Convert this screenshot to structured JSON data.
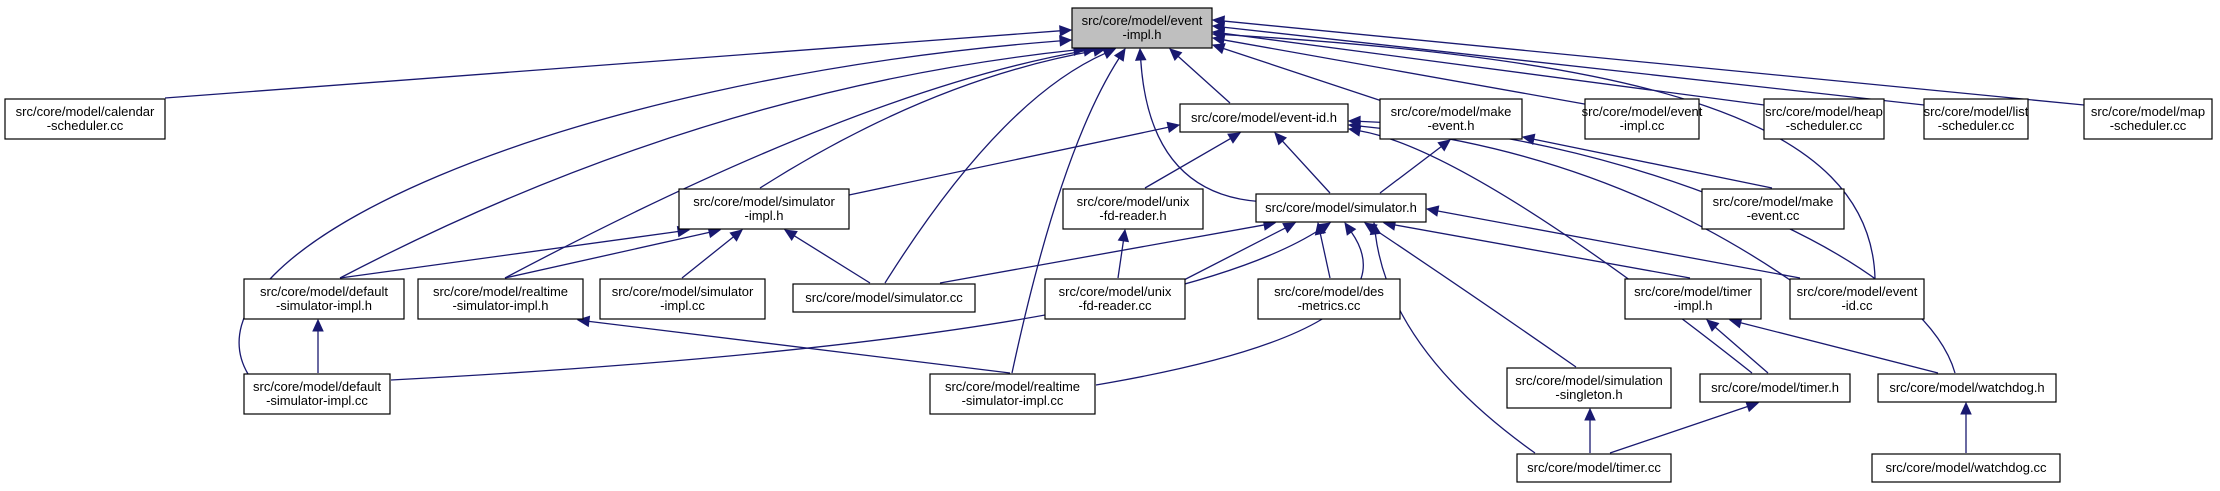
{
  "diagram": {
    "colors": {
      "node_fill": "#ffffff",
      "root_fill": "#bfbfbf",
      "node_stroke": "#000000",
      "edge": "#191970"
    },
    "nodes": [
      {
        "id": "event-impl-h",
        "lines": [
          "src/core/model/event",
          "-impl.h"
        ],
        "root": true
      },
      {
        "id": "calendar-scheduler-cc",
        "lines": [
          "src/core/model/calendar",
          "-scheduler.cc"
        ]
      },
      {
        "id": "event-id-h",
        "lines": [
          "src/core/model/event-id.h"
        ]
      },
      {
        "id": "make-event-h",
        "lines": [
          "src/core/model/make",
          "-event.h"
        ]
      },
      {
        "id": "event-impl-cc",
        "lines": [
          "src/core/model/event",
          "-impl.cc"
        ]
      },
      {
        "id": "heap-scheduler-cc",
        "lines": [
          "src/core/model/heap",
          "-scheduler.cc"
        ]
      },
      {
        "id": "list-scheduler-cc",
        "lines": [
          "src/core/model/list",
          "-scheduler.cc"
        ]
      },
      {
        "id": "map-scheduler-cc",
        "lines": [
          "src/core/model/map",
          "-scheduler.cc"
        ]
      },
      {
        "id": "simulator-impl-h",
        "lines": [
          "src/core/model/simulator",
          "-impl.h"
        ]
      },
      {
        "id": "unix-fd-reader-h",
        "lines": [
          "src/core/model/unix",
          "-fd-reader.h"
        ]
      },
      {
        "id": "simulator-h",
        "lines": [
          "src/core/model/simulator.h"
        ]
      },
      {
        "id": "make-event-cc",
        "lines": [
          "src/core/model/make",
          "-event.cc"
        ]
      },
      {
        "id": "default-simulator-impl-h",
        "lines": [
          "src/core/model/default",
          "-simulator-impl.h"
        ]
      },
      {
        "id": "realtime-simulator-impl-h",
        "lines": [
          "src/core/model/realtime",
          "-simulator-impl.h"
        ]
      },
      {
        "id": "simulator-impl-cc",
        "lines": [
          "src/core/model/simulator",
          "-impl.cc"
        ]
      },
      {
        "id": "simulator-cc",
        "lines": [
          "src/core/model/simulator.cc"
        ]
      },
      {
        "id": "unix-fd-reader-cc",
        "lines": [
          "src/core/model/unix",
          "-fd-reader.cc"
        ]
      },
      {
        "id": "des-metrics-cc",
        "lines": [
          "src/core/model/des",
          "-metrics.cc"
        ]
      },
      {
        "id": "timer-impl-h",
        "lines": [
          "src/core/model/timer",
          "-impl.h"
        ]
      },
      {
        "id": "event-id-cc",
        "lines": [
          "src/core/model/event",
          "-id.cc"
        ]
      },
      {
        "id": "default-simulator-impl-cc",
        "lines": [
          "src/core/model/default",
          "-simulator-impl.cc"
        ]
      },
      {
        "id": "realtime-simulator-impl-cc",
        "lines": [
          "src/core/model/realtime",
          "-simulator-impl.cc"
        ]
      },
      {
        "id": "simulation-singleton-h",
        "lines": [
          "src/core/model/simulation",
          "-singleton.h"
        ]
      },
      {
        "id": "timer-h",
        "lines": [
          "src/core/model/timer.h"
        ]
      },
      {
        "id": "watchdog-h",
        "lines": [
          "src/core/model/watchdog.h"
        ]
      },
      {
        "id": "timer-cc",
        "lines": [
          "src/core/model/timer.cc"
        ]
      },
      {
        "id": "watchdog-cc",
        "lines": [
          "src/core/model/watchdog.cc"
        ]
      }
    ],
    "edges": [
      {
        "from": "calendar-scheduler-cc",
        "to": "event-impl-h"
      },
      {
        "from": "default-simulator-impl-cc",
        "to": "event-impl-h"
      },
      {
        "from": "default-simulator-impl-h",
        "to": "event-impl-h"
      },
      {
        "from": "realtime-simulator-impl-h",
        "to": "event-impl-h"
      },
      {
        "from": "simulator-impl-h",
        "to": "event-impl-h"
      },
      {
        "from": "simulator-cc",
        "to": "event-impl-h"
      },
      {
        "from": "realtime-simulator-impl-cc",
        "to": "event-impl-h"
      },
      {
        "from": "simulator-h",
        "to": "event-impl-h"
      },
      {
        "from": "event-id-h",
        "to": "event-impl-h"
      },
      {
        "from": "make-event-h",
        "to": "event-impl-h"
      },
      {
        "from": "event-impl-cc",
        "to": "event-impl-h"
      },
      {
        "from": "heap-scheduler-cc",
        "to": "event-impl-h"
      },
      {
        "from": "list-scheduler-cc",
        "to": "event-impl-h"
      },
      {
        "from": "map-scheduler-cc",
        "to": "event-impl-h"
      },
      {
        "from": "event-id-cc",
        "to": "event-impl-h"
      },
      {
        "from": "simulator-impl-h",
        "to": "event-id-h"
      },
      {
        "from": "unix-fd-reader-h",
        "to": "event-id-h"
      },
      {
        "from": "simulator-h",
        "to": "event-id-h"
      },
      {
        "from": "event-id-cc",
        "to": "event-id-h"
      },
      {
        "from": "timer-h",
        "to": "event-id-h"
      },
      {
        "from": "watchdog-h",
        "to": "event-id-h"
      },
      {
        "from": "simulator-h",
        "to": "make-event-h"
      },
      {
        "from": "make-event-cc",
        "to": "make-event-h"
      },
      {
        "from": "default-simulator-impl-h",
        "to": "simulator-impl-h"
      },
      {
        "from": "realtime-simulator-impl-h",
        "to": "simulator-impl-h"
      },
      {
        "from": "simulator-impl-cc",
        "to": "simulator-impl-h"
      },
      {
        "from": "simulator-cc",
        "to": "simulator-impl-h"
      },
      {
        "from": "unix-fd-reader-cc",
        "to": "unix-fd-reader-h"
      },
      {
        "from": "simulator-cc",
        "to": "simulator-h"
      },
      {
        "from": "unix-fd-reader-cc",
        "to": "simulator-h"
      },
      {
        "from": "des-metrics-cc",
        "to": "simulator-h"
      },
      {
        "from": "default-simulator-impl-cc",
        "to": "simulator-h"
      },
      {
        "from": "realtime-simulator-impl-cc",
        "to": "simulator-h"
      },
      {
        "from": "timer-impl-h",
        "to": "simulator-h"
      },
      {
        "from": "event-id-cc",
        "to": "simulator-h"
      },
      {
        "from": "simulation-singleton-h",
        "to": "simulator-h"
      },
      {
        "from": "timer-cc",
        "to": "simulator-h"
      },
      {
        "from": "default-simulator-impl-cc",
        "to": "default-simulator-impl-h"
      },
      {
        "from": "realtime-simulator-impl-cc",
        "to": "realtime-simulator-impl-h"
      },
      {
        "from": "timer-h",
        "to": "timer-impl-h"
      },
      {
        "from": "watchdog-h",
        "to": "timer-impl-h"
      },
      {
        "from": "timer-cc",
        "to": "simulation-singleton-h"
      },
      {
        "from": "timer-cc",
        "to": "timer-h"
      },
      {
        "from": "watchdog-cc",
        "to": "watchdog-h"
      }
    ]
  }
}
